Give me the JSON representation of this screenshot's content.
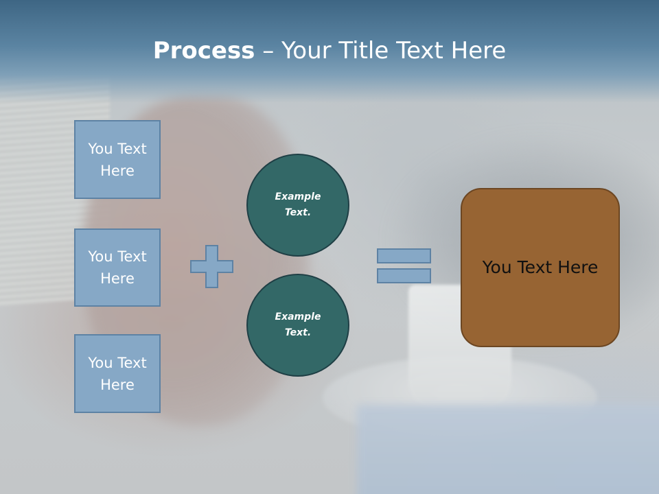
{
  "title": {
    "bold": "Process",
    "rest": " – Your Title Text Here"
  },
  "inputs": [
    {
      "label": "You Text Here"
    },
    {
      "label": "You Text Here"
    },
    {
      "label": "You Text Here"
    }
  ],
  "operators": {
    "plus_icon": "plus-icon",
    "equals_icon": "equals-icon"
  },
  "circles": [
    {
      "label": "Example Text."
    },
    {
      "label": "Example Text."
    }
  ],
  "result": {
    "label": "You Text Here"
  },
  "colors": {
    "title_band": "#4f7594",
    "input_box_fill": "#86a8c6",
    "input_box_border": "#5d82a4",
    "circle_fill": "#336867",
    "result_fill": "#976433",
    "result_text": "#111111"
  }
}
